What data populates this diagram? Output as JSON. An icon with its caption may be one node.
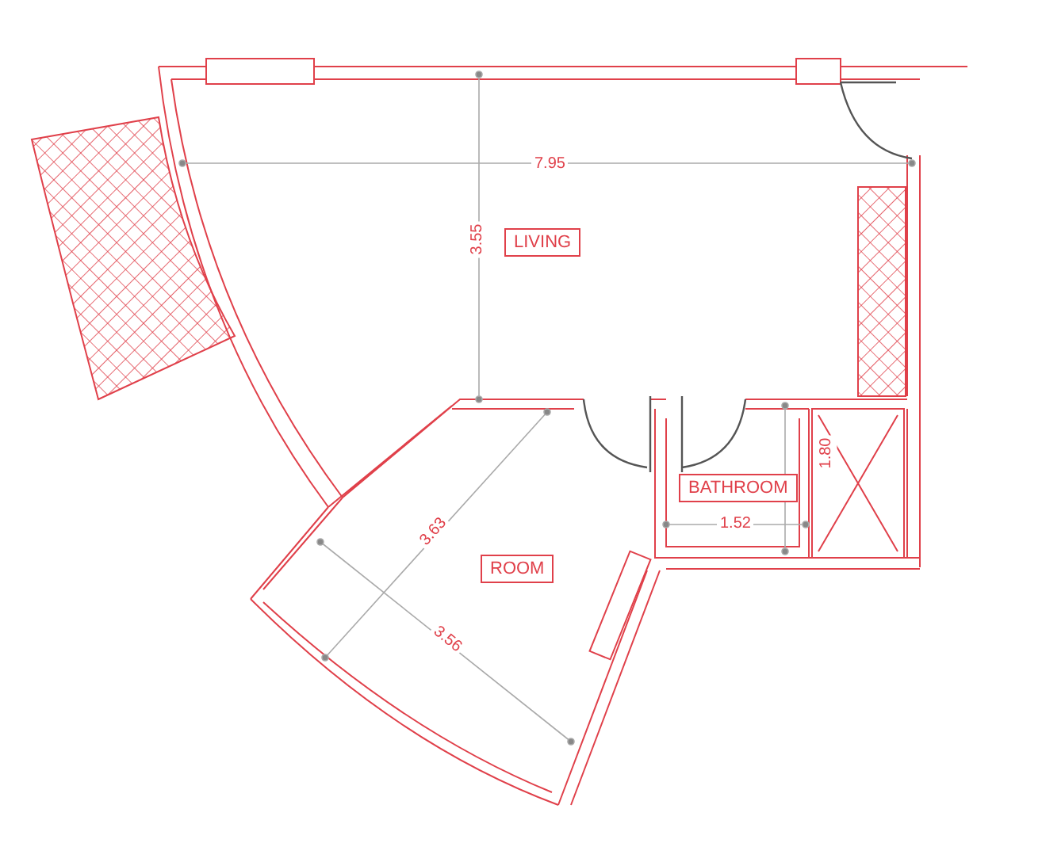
{
  "diagram": {
    "labels": [
      "7.95",
      "3.55",
      "LIVING",
      "BATHROOM",
      "1.80",
      "1.52",
      "3.63",
      "ROOM",
      "3.56"
    ]
  }
}
